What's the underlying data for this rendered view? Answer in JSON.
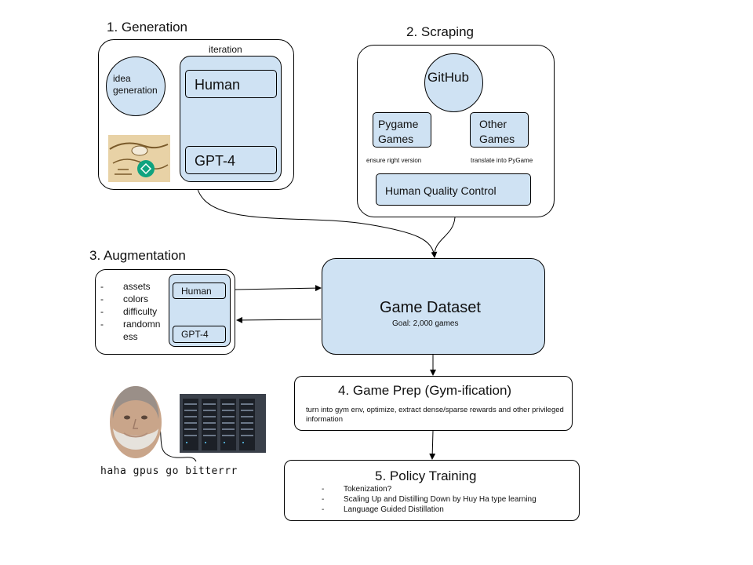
{
  "generation": {
    "title": "1. Generation",
    "iteration_label": "iteration",
    "idea_label": "idea generation",
    "human_label": "Human",
    "gpt_label": "GPT-4"
  },
  "scraping": {
    "title": "2. Scraping",
    "github_label": "GitHub",
    "pygame_label": "Pygame Games",
    "other_label": "Other Games",
    "ensure_note": "ensure right version",
    "translate_note": "translate into PyGame",
    "quality_label": "Human Quality Control"
  },
  "augmentation": {
    "title": "3. Augmentation",
    "items": [
      "assets",
      "colors",
      "difficulty",
      "randomness"
    ],
    "human_label": "Human",
    "gpt_label": "GPT-4"
  },
  "dataset": {
    "title": "Game Dataset",
    "goal": "Goal: 2,000 games"
  },
  "prep": {
    "title": "4. Game Prep (Gym-ification)",
    "description": "turn into gym env, optimize, extract dense/sparse rewards and other privileged information"
  },
  "policy": {
    "title": "5. Policy Training",
    "items": [
      "Tokenization?",
      "Scaling Up and Distilling Down by Huy Ha type learning",
      "Language Guided Distillation"
    ]
  },
  "meme": {
    "caption": "haha gpus go bitterrr"
  },
  "colors": {
    "box_fill": "#cfe2f3",
    "stroke": "#000000"
  }
}
